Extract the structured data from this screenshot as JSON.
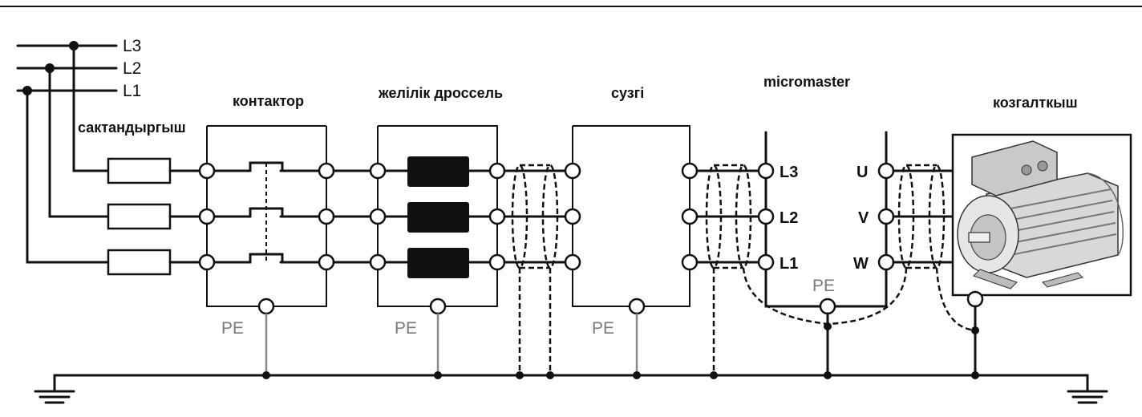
{
  "lines": {
    "l3": "L3",
    "l2": "L2",
    "l1": "L1"
  },
  "components": {
    "fuses": "сактандыргыш",
    "contactor": "контактор",
    "line_choke": "желілік дроссель",
    "filter": "сузгі",
    "inverter": "micromaster",
    "motor": "козгалткыш"
  },
  "inverter_inputs": [
    "L3",
    "L2",
    "L1"
  ],
  "inverter_outputs": [
    "U",
    "V",
    "W"
  ],
  "pe_label": "PE",
  "motor_icon": "electric-motor-icon",
  "ground_icon": "ground-icon"
}
